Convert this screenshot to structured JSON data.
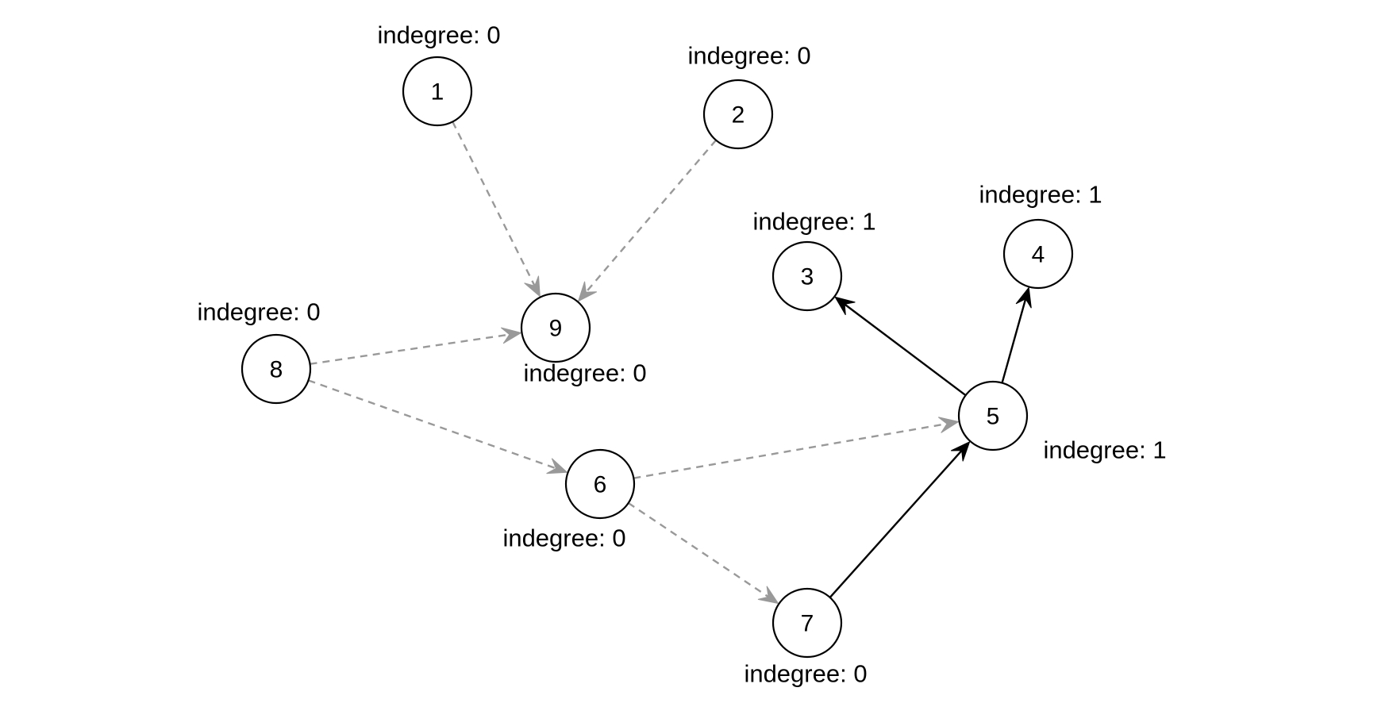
{
  "colors": {
    "processed_edge": "#999999",
    "active_edge": "#000000",
    "node_stroke": "#000000",
    "background": "#ffffff"
  },
  "nodes": [
    {
      "id": "1",
      "label": "1",
      "indegree_text": "indegree: 0"
    },
    {
      "id": "2",
      "label": "2",
      "indegree_text": "indegree: 0"
    },
    {
      "id": "3",
      "label": "3",
      "indegree_text": "indegree: 1"
    },
    {
      "id": "4",
      "label": "4",
      "indegree_text": "indegree: 1"
    },
    {
      "id": "5",
      "label": "5",
      "indegree_text": "indegree: 1"
    },
    {
      "id": "6",
      "label": "6",
      "indegree_text": "indegree: 0"
    },
    {
      "id": "7",
      "label": "7",
      "indegree_text": "indegree: 0"
    },
    {
      "id": "8",
      "label": "8",
      "indegree_text": "indegree: 0"
    },
    {
      "id": "9",
      "label": "9",
      "indegree_text": "indegree: 0"
    }
  ],
  "edges": [
    {
      "from": "1",
      "to": "9",
      "style": "dashed",
      "color": "#999999"
    },
    {
      "from": "2",
      "to": "9",
      "style": "dashed",
      "color": "#999999"
    },
    {
      "from": "8",
      "to": "9",
      "style": "dashed",
      "color": "#999999"
    },
    {
      "from": "8",
      "to": "6",
      "style": "dashed",
      "color": "#999999"
    },
    {
      "from": "6",
      "to": "5",
      "style": "dashed",
      "color": "#999999"
    },
    {
      "from": "6",
      "to": "7",
      "style": "dashed",
      "color": "#999999"
    },
    {
      "from": "7",
      "to": "5",
      "style": "solid",
      "color": "#000000"
    },
    {
      "from": "5",
      "to": "3",
      "style": "solid",
      "color": "#000000"
    },
    {
      "from": "5",
      "to": "4",
      "style": "solid",
      "color": "#000000"
    }
  ]
}
